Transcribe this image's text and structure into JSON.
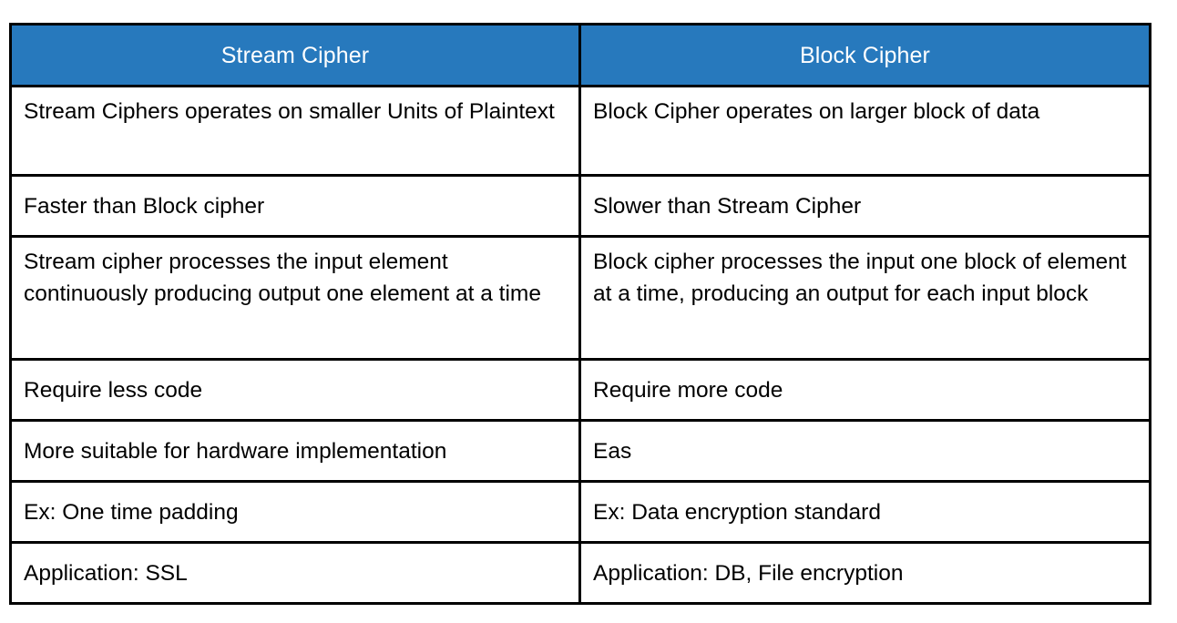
{
  "table": {
    "title": "Stream Cipher vs Block Cipher comparison",
    "header_background": "#2779bd",
    "header_text_color": "#ffffff",
    "border_color": "#000000",
    "body_background": "#ffffff",
    "body_text_color": "#000000",
    "columns": [
      {
        "label": "Stream Cipher"
      },
      {
        "label": "Block Cipher"
      }
    ],
    "rows": [
      {
        "left": "Stream Ciphers operates on smaller Units of Plaintext",
        "right": "Block Cipher operates on larger block of data"
      },
      {
        "left": "Faster than Block cipher",
        "right": "Slower than Stream Cipher"
      },
      {
        "left": "Stream cipher processes the input element continuously producing output one element at a time",
        "right": "Block cipher processes the input one block of element at a time, producing an output for each input block"
      },
      {
        "left": "Require less code",
        "right": "Require more code"
      },
      {
        "left": "More suitable for hardware implementation",
        "right": "Eas"
      },
      {
        "left": "Ex: One time padding",
        "right": "Ex: Data encryption standard"
      },
      {
        "left": "Application: SSL",
        "right": "Application: DB, File encryption"
      }
    ]
  }
}
